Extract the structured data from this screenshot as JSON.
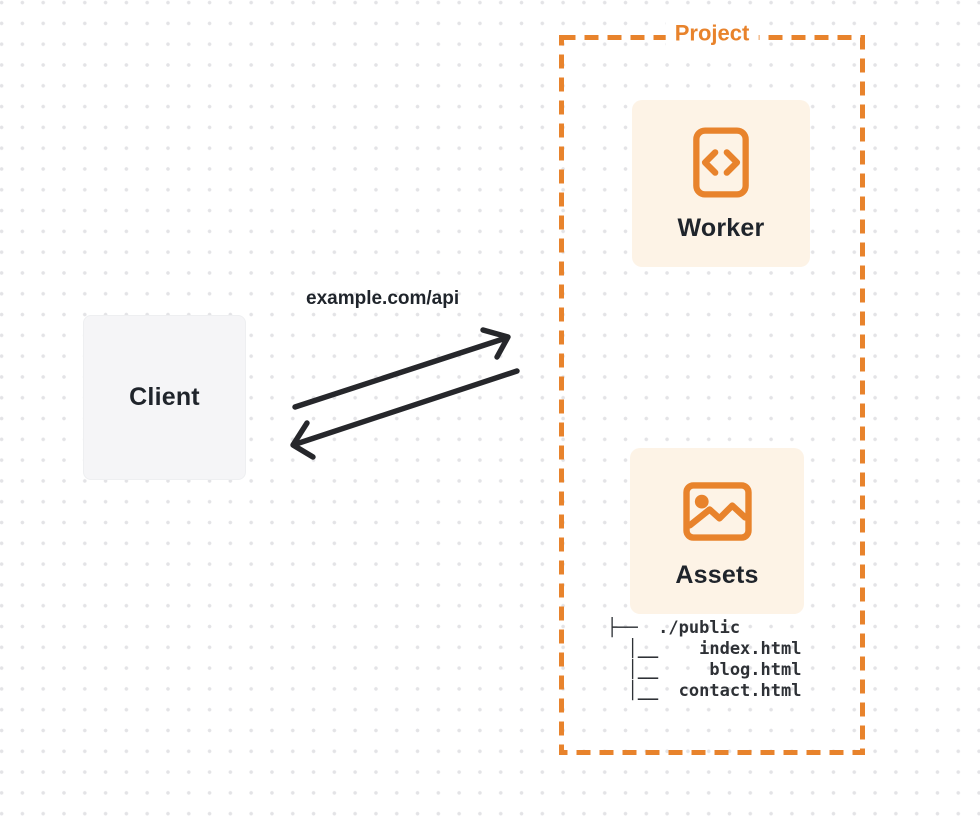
{
  "diagram": {
    "client": {
      "label": "Client"
    },
    "request": {
      "url_label": "example.com/api"
    },
    "project": {
      "label": "Project",
      "worker": {
        "label": "Worker",
        "icon": "code-file-icon"
      },
      "assets": {
        "label": "Assets",
        "icon": "image-icon"
      },
      "file_tree_lines": [
        "├──  ./public",
        "  │__    index.html",
        "  │__     blog.html",
        "  │__  contact.html"
      ]
    },
    "colors": {
      "accent_orange": "#E8832C",
      "node_cream_bg": "#FDF3E6",
      "client_bg": "#F5F5F7",
      "arrow_dark": "#26272B",
      "text_dark": "#1F242B",
      "dot_grid": "#E3E3E6"
    }
  }
}
